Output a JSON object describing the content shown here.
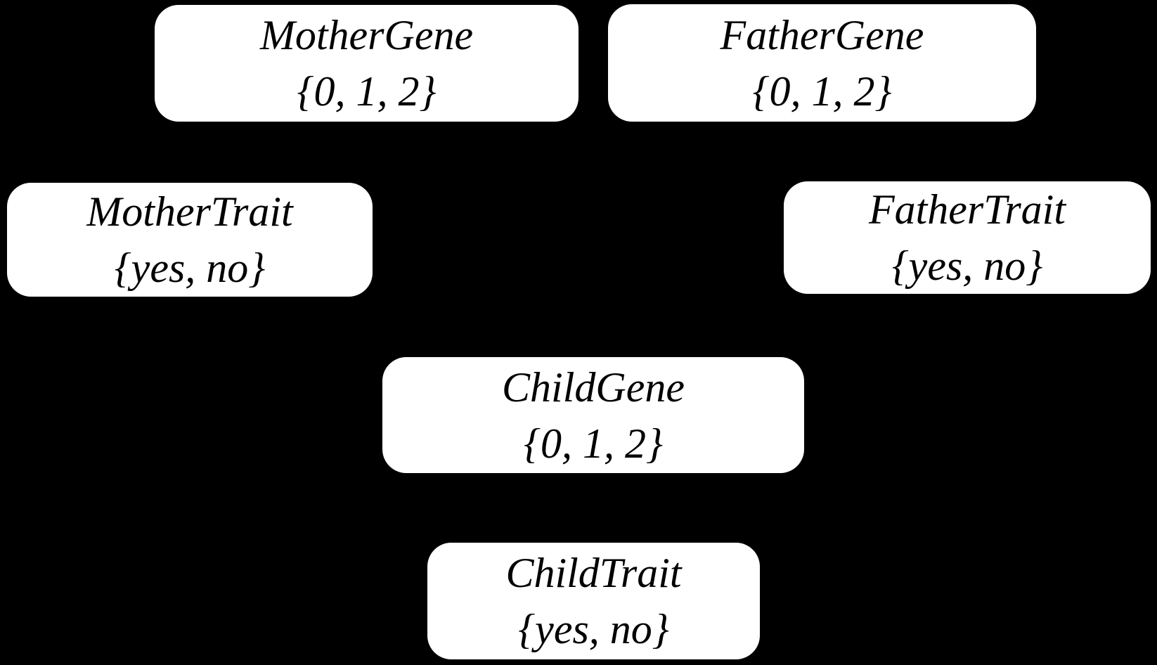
{
  "diagram": {
    "type": "bayesian-network",
    "colors": {
      "background": "#000000",
      "node_fill": "#ffffff",
      "node_text": "#000000"
    },
    "nodes": {
      "mother_gene": {
        "label": "MotherGene",
        "domain": "{0, 1, 2}"
      },
      "father_gene": {
        "label": "FatherGene",
        "domain": "{0, 1, 2}"
      },
      "mother_trait": {
        "label": "MotherTrait",
        "domain": "{yes, no}"
      },
      "father_trait": {
        "label": "FatherTrait",
        "domain": "{yes, no}"
      },
      "child_gene": {
        "label": "ChildGene",
        "domain": "{0, 1, 2}"
      },
      "child_trait": {
        "label": "ChildTrait",
        "domain": "{yes, no}"
      }
    }
  }
}
